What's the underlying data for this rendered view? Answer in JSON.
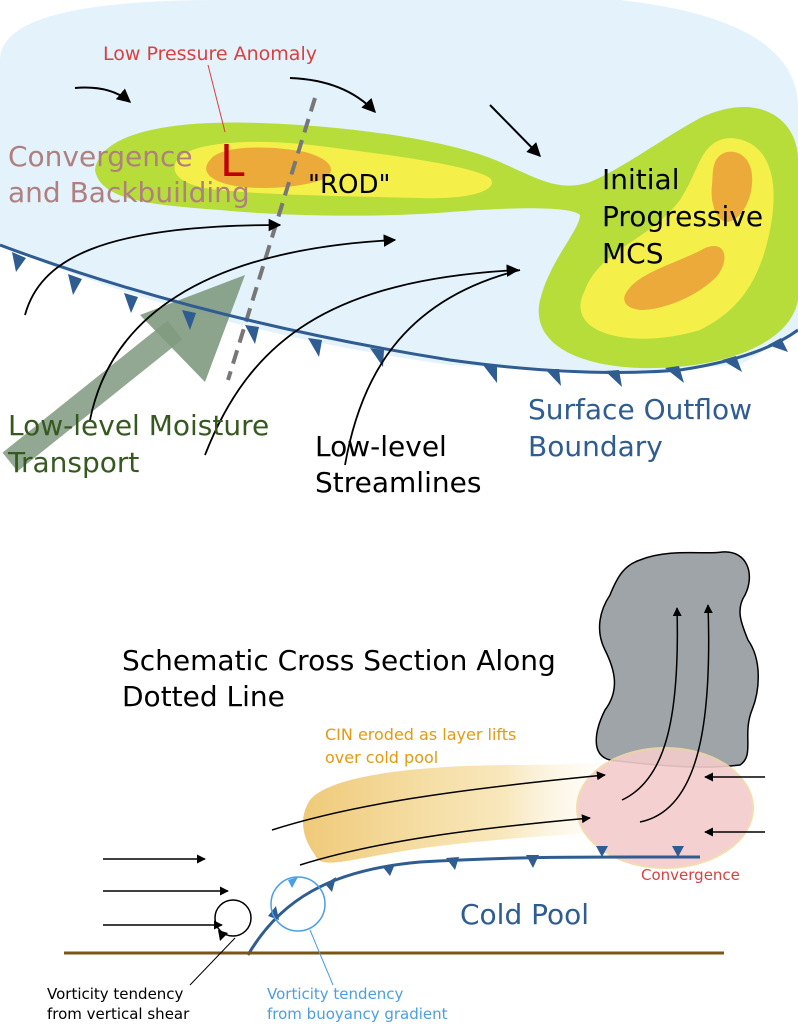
{
  "plan_view": {
    "low_pressure_label": "Low Pressure Anomaly",
    "low_symbol": "L",
    "convergence_label_line1": "Convergence",
    "convergence_label_line2": "and Backbuilding",
    "rod_label": "\"ROD\"",
    "mcs_label_line1": "Initial",
    "mcs_label_line2": "Progressive",
    "mcs_label_line3": "MCS",
    "moisture_label_line1": "Low-level Moisture",
    "moisture_label_line2": "Transport",
    "streamlines_label_line1": "Low-level",
    "streamlines_label_line2": "Streamlines",
    "outflow_label_line1": "Surface Outflow",
    "outflow_label_line2": "Boundary"
  },
  "cross_section": {
    "title_line1": "Schematic Cross Section Along",
    "title_line2": "Dotted Line",
    "cin_label_line1": "CIN eroded as layer lifts",
    "cin_label_line2": "over cold pool",
    "convergence_label": "Convergence",
    "cold_pool_label": "Cold Pool",
    "shear_label_line1": "Vorticity tendency",
    "shear_label_line2": "from vertical shear",
    "buoyancy_label_line1": "Vorticity tendency",
    "buoyancy_label_line2": "from buoyancy gradient"
  },
  "colors": {
    "sky_fill": "#e3f2fb",
    "precip_green": "#b6dd3a",
    "precip_yellow": "#f5ef4a",
    "precip_orange": "#ecaa3a",
    "low_red": "#c00000",
    "annotation_red": "#d94040",
    "convergence_pink": "#b08080",
    "moisture_green": "#35591f",
    "moisture_arrow": "#7f9a7f",
    "boundary_blue": "#2f5c91",
    "buoyancy_blue": "#4a9ee6",
    "cin_orange": "#e39a10",
    "cloud_gray": "#9fa4a8",
    "ground_brown": "#7b5515",
    "pool_pink": "#f4cccc"
  },
  "icons": {
    "low": "low-pressure-icon",
    "front": "cold-front-barb-icon",
    "vorticity": "circular-vorticity-icon"
  }
}
